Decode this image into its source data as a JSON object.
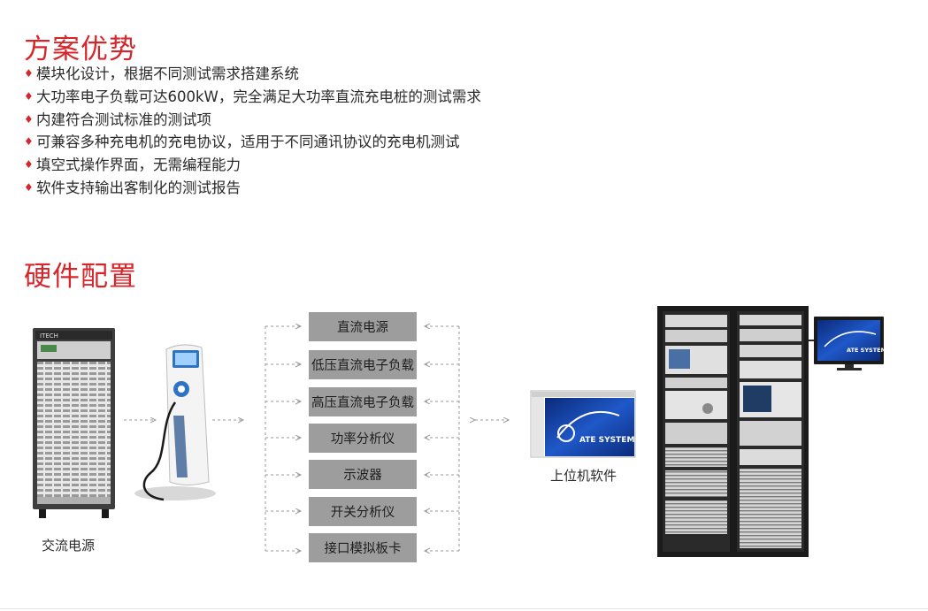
{
  "advantages": {
    "title": "方案优势",
    "items": [
      "模块化设计，根据不同测试需求搭建系统",
      "大功率电子负载可达600kW，完全满足大功率直流充电桩的测试需求",
      "内建符合测试标准的测试项",
      "可兼容多种充电机的充电协议，适用于不同通讯协议的充电机测试",
      "填空式操作界面，无需编程能力",
      "软件支持输出客制化的测试报告"
    ]
  },
  "hardware": {
    "title": "硬件配置",
    "instruments": [
      "直流电源",
      "低压直流电子负载",
      "高压直流电子负载",
      "功率分析仪",
      "示波器",
      "开关分析仪",
      "接口模拟板卡"
    ],
    "ac_source_label": "交流电源",
    "software_label": "上位机软件",
    "ac_source_brand": "ITECH",
    "software_splash_text": "ATE SYSTEM",
    "monitor_splash_text": "ATE SYSTEM"
  },
  "colors": {
    "accent": "#d7262b",
    "box": "#9d9d9d",
    "arrow": "#9a9a9a"
  }
}
